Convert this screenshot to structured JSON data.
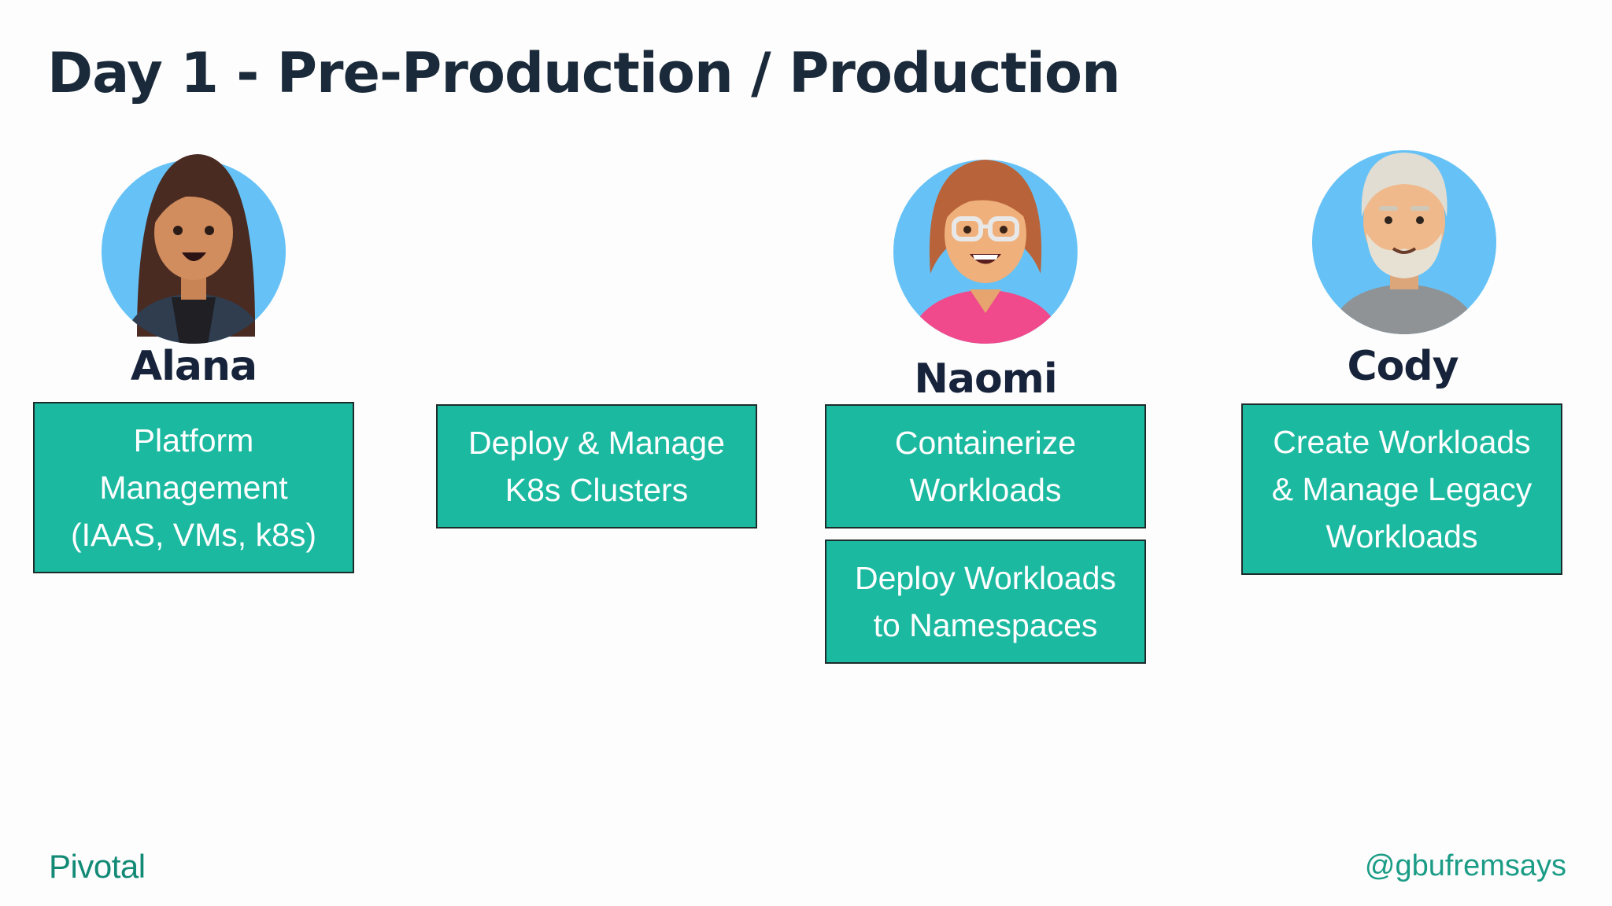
{
  "slide": {
    "title": "Day 1 - Pre-Production / Production",
    "footer_logo": "Pivotal",
    "footer_handle": "@gbufremsays"
  },
  "personas": [
    {
      "name": "Alana",
      "icon": "woman-avatar-icon"
    },
    {
      "name": "Naomi",
      "icon": "woman-glasses-avatar-icon"
    },
    {
      "name": "Cody",
      "icon": "bearded-man-avatar-icon"
    }
  ],
  "tasks": [
    {
      "label": "Platform\nManagement\n(IAAS, VMs, k8s)"
    },
    {
      "label": "Deploy & Manage\nK8s Clusters"
    },
    {
      "label": "Containerize\nWorkloads"
    },
    {
      "label": "Deploy Workloads\nto Namespaces"
    },
    {
      "label": "Create Workloads\n& Manage Legacy\nWorkloads"
    }
  ],
  "colors": {
    "box_fill": "#1cb9a1",
    "avatar_bg": "#66c2f6",
    "title_text": "#1b2a3a",
    "brand": "#138a76"
  }
}
